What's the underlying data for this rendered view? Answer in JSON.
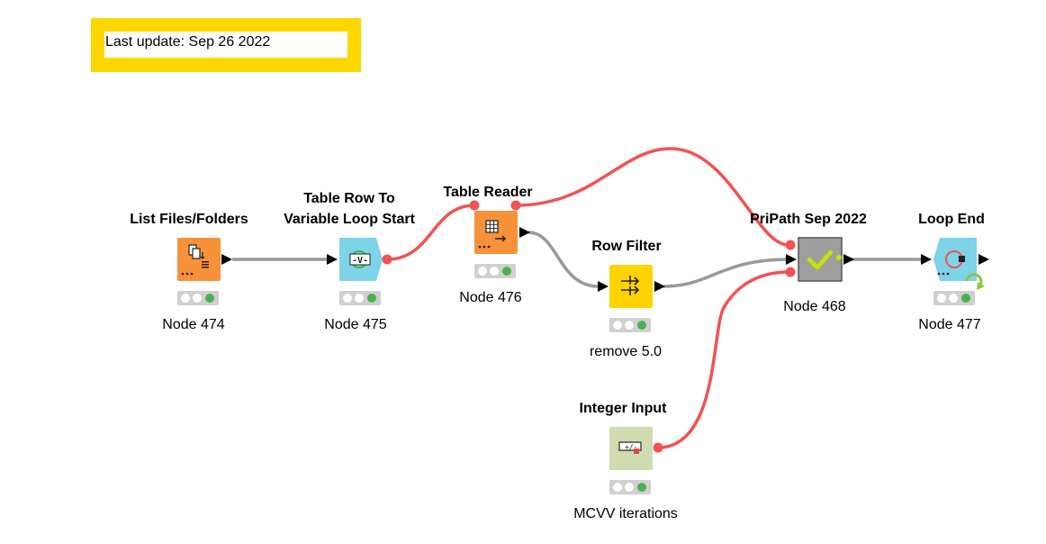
{
  "annotation": {
    "text": "Last update: Sep 26 2022"
  },
  "nodes": {
    "list_files": {
      "title": "List Files/Folders",
      "caption": "Node 474",
      "color": "#f7923a"
    },
    "loop_start": {
      "title_line1": "Table Row To",
      "title_line2": "Variable Loop Start",
      "caption": "Node 475",
      "color": "#7dd3e8"
    },
    "table_reader": {
      "title": "Table Reader",
      "caption": "Node 476",
      "color": "#f7923a"
    },
    "row_filter": {
      "title": "Row Filter",
      "caption": "remove 5.0",
      "color": "#ffd200"
    },
    "integer_input": {
      "title": "Integer Input",
      "caption": "MCVV iterations",
      "color": "#cfdcaf"
    },
    "pripath": {
      "title": "PriPath Sep 2022",
      "caption": "Node 468",
      "color": "#9e9e9e"
    },
    "loop_end": {
      "title": "Loop End",
      "caption": "Node 477",
      "color": "#7dd3e8"
    }
  },
  "colors": {
    "data_connection": "#999999",
    "variable_connection": "#f25252",
    "status_ok": "#4caf50"
  }
}
